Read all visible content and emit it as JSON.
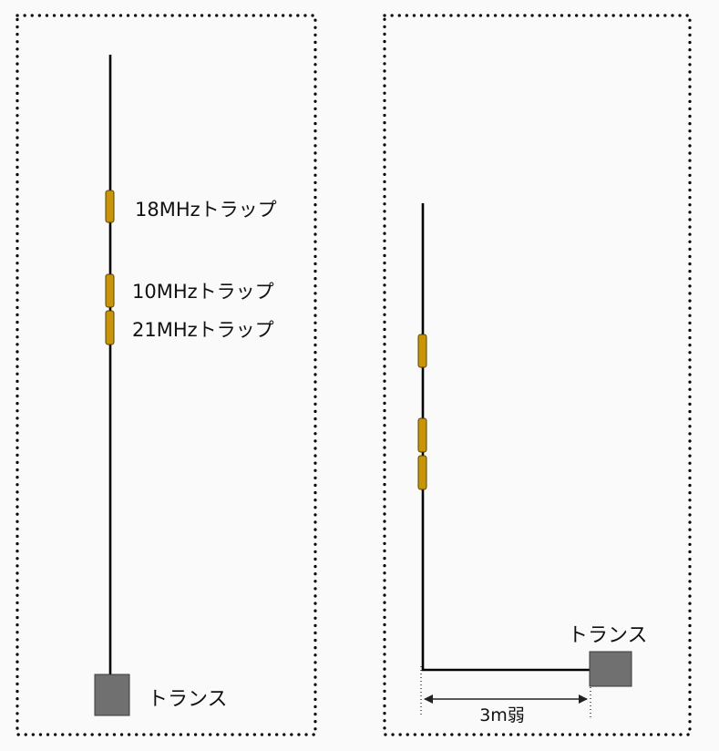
{
  "left_panel": {
    "trap_labels": {
      "trap_18": "18MHzトラップ",
      "trap_10": "10MHzトラップ",
      "trap_21": "21MHzトラップ"
    },
    "transformer_label": "トランス"
  },
  "right_panel": {
    "transformer_label": "トランス",
    "distance_label": "3m弱"
  },
  "colors": {
    "background": "#fafafa",
    "border": "#000000",
    "wire": "#000000",
    "trap_fill": "#c8950a",
    "trap_stroke": "#5a4200",
    "transformer_fill": "#707070",
    "transformer_stroke": "#3a3a3a"
  }
}
